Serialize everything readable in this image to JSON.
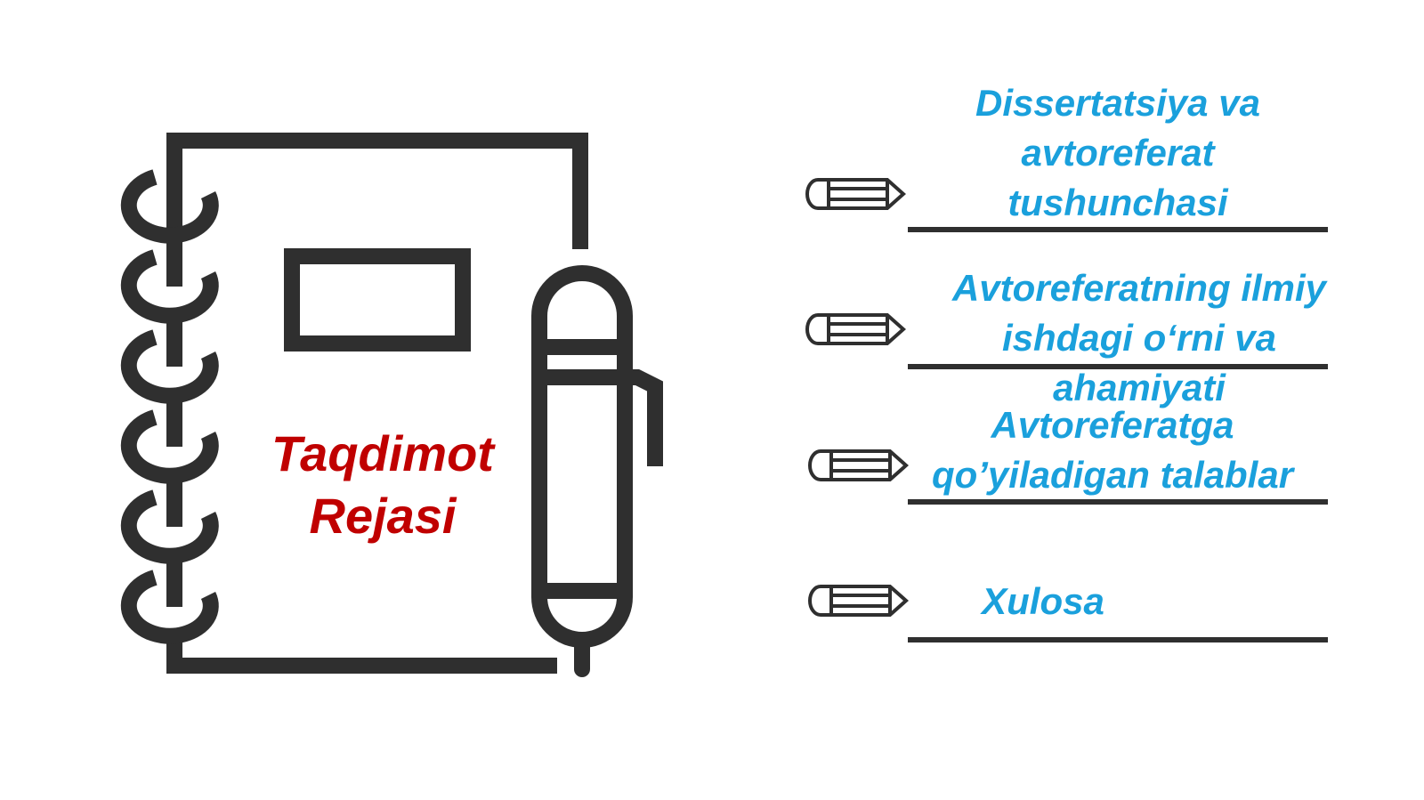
{
  "title": {
    "line1": "Taqdimot",
    "line2": "Rejasi"
  },
  "plan_items": [
    {
      "line1": "Dissertatsiya va",
      "line2": "avtoreferat",
      "line3": "tushunchasi",
      "icon": "pencil-icon"
    },
    {
      "line1": "Avtoreferatning ilmiy",
      "line2": "ishdagi o‘rni va",
      "line3": "ahamiyati",
      "icon": "pencil-icon"
    },
    {
      "line1": "Avtoreferatga",
      "line2": "qo’yiladigan talablar",
      "icon": "pencil-icon"
    },
    {
      "line1": "Xulosa",
      "icon": "pencil-icon"
    }
  ],
  "colors": {
    "title": "#c00000",
    "items": "#1aa0dc",
    "outline": "#2f2f2f"
  }
}
